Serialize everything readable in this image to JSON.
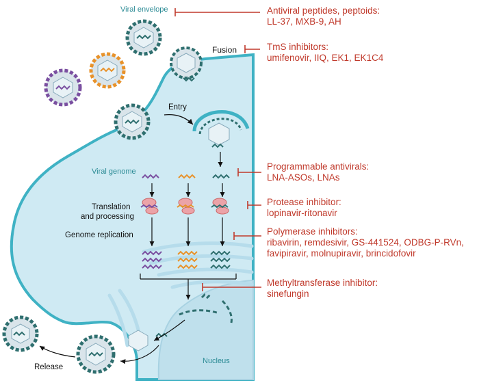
{
  "labels": {
    "viral_envelope": "Viral envelope",
    "fusion": "Fusion",
    "entry": "Entry",
    "viral_genome": "Viral genome",
    "translation_1": "Translation",
    "translation_2": "and processing",
    "genome_replication": "Genome replication",
    "nucleus": "Nucleus",
    "release": "Release"
  },
  "inhibitors": {
    "peptides": [
      "Antiviral peptides, peptoids:",
      "LL-37, MXB-9, AH"
    ],
    "tms": [
      "TmS inhibitors:",
      "umifenovir, IIQ, EK1, EK1C4"
    ],
    "programmable": [
      "Programmable antivirals:",
      "LNA-ASOs, LNAs"
    ],
    "protease": [
      "Protease inhibitor:",
      "lopinavir-ritonavir"
    ],
    "polymerase": [
      "Polymerase inhibitors:",
      "ribavirin, remdesivir, GS-441524, ODBG-P-RVn,",
      "favipiravir, molnupiravir, brincidofovir"
    ],
    "methyltransferase": [
      "Methyltransferase inhibitor:",
      "sinefungin"
    ]
  },
  "colors": {
    "cytoplasm": "#cfeaf3",
    "membrane": "#3fb2c4",
    "nucleus": "#bfe0ec",
    "inhibitor_red": "#c0392b",
    "label_teal": "#2a8a94",
    "purple": "#7a4fa0",
    "orange": "#e8922a",
    "teal_dark": "#2f6f6f",
    "ribosome": "#eba3a8"
  }
}
